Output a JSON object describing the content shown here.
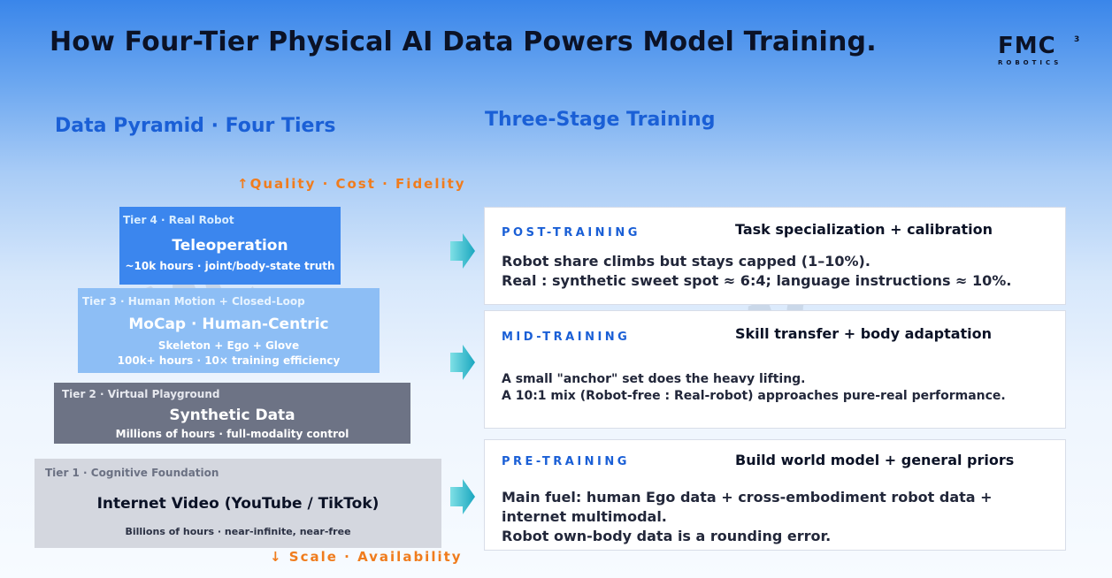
{
  "header": {
    "title": "How Four-Tier Physical AI Data Powers Model Training.",
    "logo_mark": "FMC",
    "logo_sup": "3",
    "logo_sub": "ROBOTICS"
  },
  "pyramid": {
    "heading": "Data Pyramid · Four Tiers",
    "top_axis": "↑Quality · Cost · Fidelity",
    "bottom_axis": "↓ Scale · Availability",
    "tiers": [
      {
        "tag": "Tier 4 · Real Robot",
        "name": "Teleoperation",
        "desc": [
          "~10k hours · joint/body-state truth"
        ]
      },
      {
        "tag": "Tier 3 · Human Motion + Closed-Loop",
        "name": "MoCap · Human-Centric",
        "desc": [
          "Skeleton + Ego + Glove",
          "100k+ hours · 10× training efficiency"
        ]
      },
      {
        "tag": "Tier 2 · Virtual Playground",
        "name": "Synthetic Data",
        "desc": [
          "Millions of hours · full-modality control"
        ]
      },
      {
        "tag": "Tier 1 · Cognitive Foundation",
        "name": "Internet Video (YouTube / TikTok)",
        "desc": [
          "Billions of hours · near-infinite, near-free"
        ]
      }
    ]
  },
  "training": {
    "heading": "Three-Stage Training",
    "stages": [
      {
        "label": "POST-TRAINING",
        "summary": "Task specialization + calibration",
        "body": [
          "Robot share climbs but stays capped (1–10%).",
          "Real : synthetic sweet spot ≈ 6:4; language instructions ≈ 10%."
        ]
      },
      {
        "label": "MID-TRAINING",
        "summary": "Skill transfer + body adaptation",
        "body": [
          "A small \"anchor\" set does the heavy lifting.",
          "A 10:1 mix (Robot-free : Real-robot) approaches pure-real performance."
        ]
      },
      {
        "label": "PRE-TRAINING",
        "summary": "Build world model + general priors",
        "body": [
          "Main fuel: human Ego data + cross-embodiment robot data +",
          "internet multimodal.",
          "Robot own-body data is a rounding error."
        ]
      }
    ]
  },
  "colors": {
    "accent_blue": "#1a5fd6",
    "accent_orange": "#f07c1d",
    "tier4": "#3b86ee",
    "tier3": "#8dbef5",
    "tier2": "#6d7385",
    "tier1": "#d4d7df",
    "arrow_teal": "#22b3c4"
  }
}
